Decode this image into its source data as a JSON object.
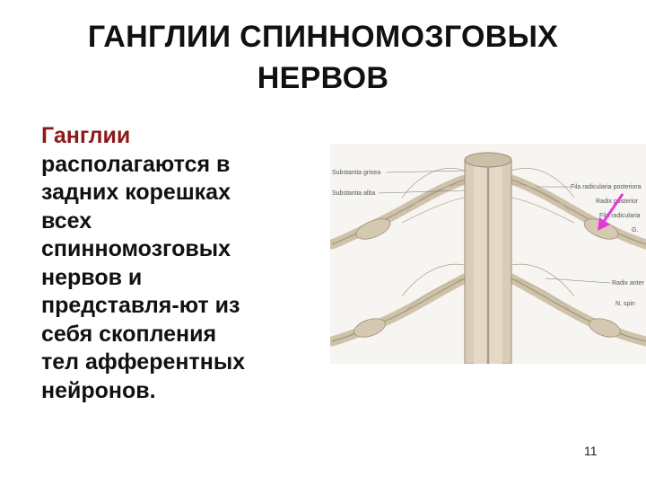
{
  "slide": {
    "title_line1": "ГАНГЛИИ СПИННОМОЗГОВЫХ",
    "title_line2": "НЕРВОВ",
    "lead": "Ганглии",
    "body_lines": [
      "располагаются в",
      "задних корешках",
      "всех",
      "спинномозговых",
      "нервов и",
      "представля-ют из",
      "себя скопления",
      "тел афферентных",
      "нейронов."
    ],
    "page_number": "11"
  },
  "figure": {
    "labels": {
      "substantia_grisea": "Substantia grisea",
      "substantia_alba": "Substantia alba",
      "fila_radicularia_posteriora": "Fila radicularia posteriora",
      "radix_posterior": "Radix posterior",
      "fila_radicularia": "Fila radicularia",
      "g": "G.",
      "radix_anterior": "Radix anter",
      "n_spinalis": "N. spin"
    },
    "colors": {
      "cord": "#d9cdb8",
      "nerve": "#cfc2aa",
      "shadow": "#9c8f78",
      "arrow": "#e23ad6"
    }
  }
}
